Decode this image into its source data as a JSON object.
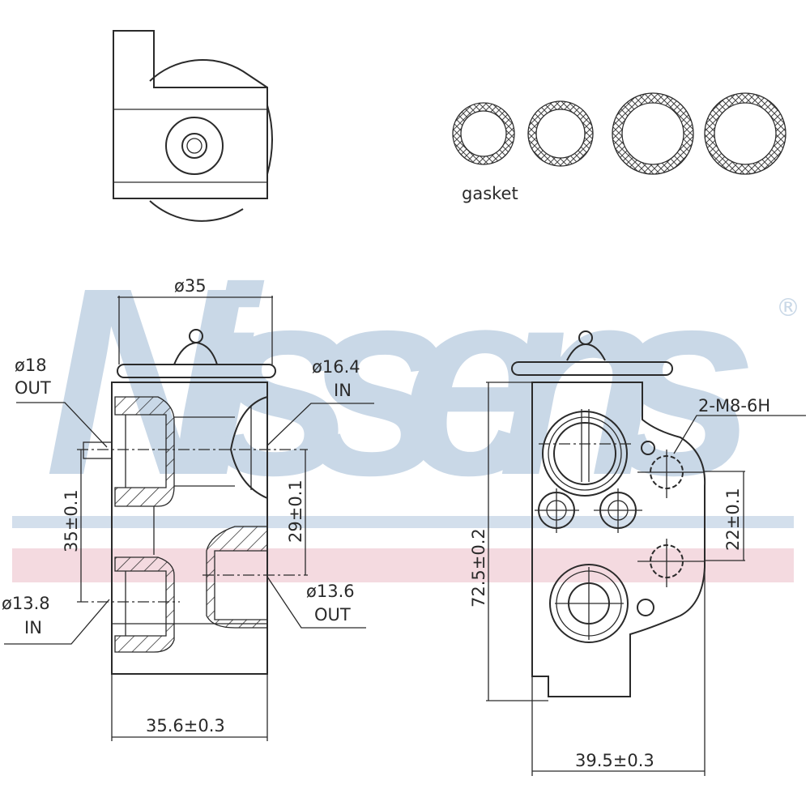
{
  "brand": {
    "watermark": "Nissens",
    "registered_mark": "®",
    "watermark_color": "#c9d8e7",
    "stripe_blue": "#d3dfec",
    "stripe_pink": "#f2d3db"
  },
  "gasket": {
    "label": "gasket",
    "count": 4
  },
  "front_view": {
    "top_diameter": "ø35",
    "port_upper_left": {
      "size": "ø18",
      "dir": "OUT"
    },
    "port_upper_right": {
      "size": "ø16.4",
      "dir": "IN"
    },
    "port_lower_left": {
      "size": "ø13.8",
      "dir": "IN"
    },
    "port_lower_right": {
      "size": "ø13.6",
      "dir": "OUT"
    },
    "dim_left": "35±0.1",
    "dim_right": "29±0.1",
    "dim_width": "35.6±0.3"
  },
  "side_view": {
    "thread": "2-M8-6H",
    "dim_height": "72.5±0.2",
    "dim_holes": "22±0.1",
    "dim_width": "39.5±0.3"
  }
}
